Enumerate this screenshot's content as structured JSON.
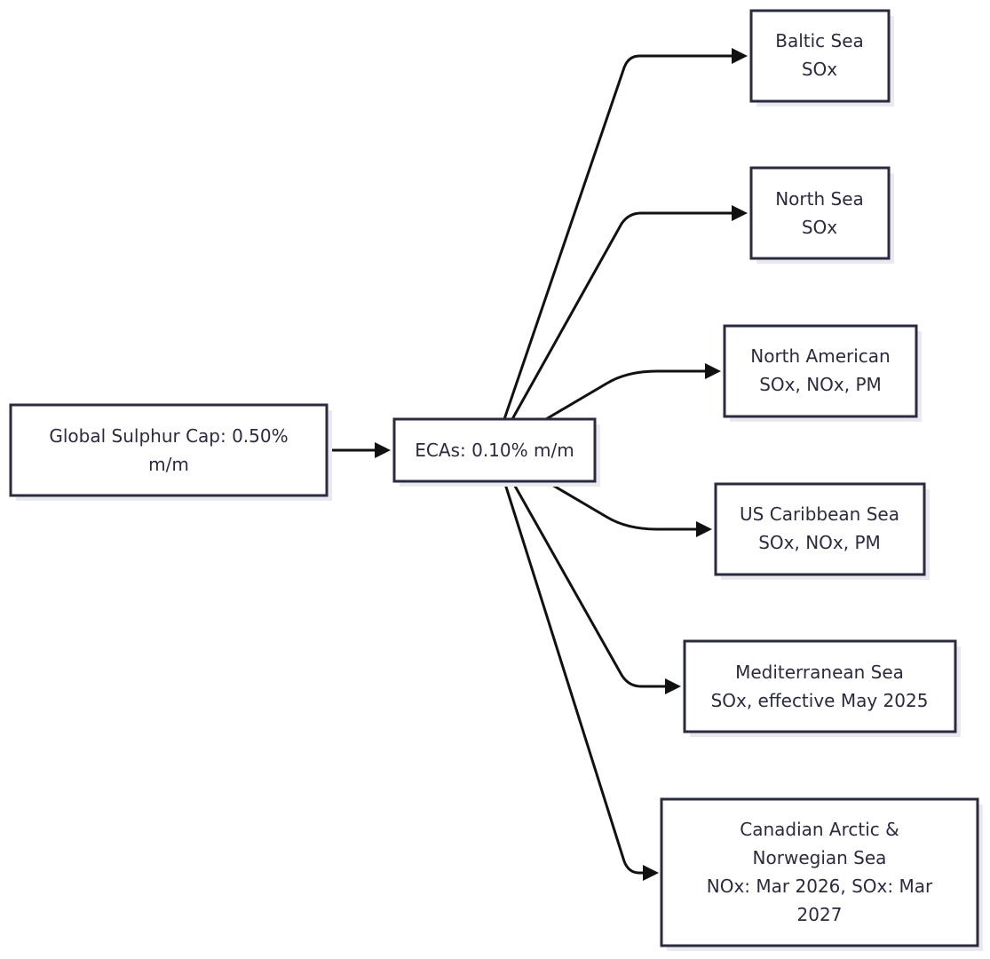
{
  "nodes": {
    "global": {
      "lines": [
        "Global Sulphur Cap: 0.50%",
        "m/m"
      ]
    },
    "ecas": {
      "lines": [
        "ECAs: 0.10% m/m"
      ]
    },
    "baltic": {
      "lines": [
        "Baltic Sea",
        "SOx"
      ]
    },
    "north_sea": {
      "lines": [
        "North Sea",
        "SOx"
      ]
    },
    "north_american": {
      "lines": [
        "North American",
        "SOx, NOx, PM"
      ]
    },
    "us_caribbean": {
      "lines": [
        "US Caribbean Sea",
        "SOx, NOx, PM"
      ]
    },
    "mediterranean": {
      "lines": [
        "Mediterranean Sea",
        "SOx, effective May 2025"
      ]
    },
    "canadian_arctic": {
      "lines": [
        "Canadian Arctic &",
        "Norwegian Sea",
        "NOx: Mar 2026, SOx: Mar",
        "2027"
      ]
    }
  },
  "edges": [
    {
      "from": "global",
      "to": "ecas"
    },
    {
      "from": "ecas",
      "to": "baltic"
    },
    {
      "from": "ecas",
      "to": "north_sea"
    },
    {
      "from": "ecas",
      "to": "north_american"
    },
    {
      "from": "ecas",
      "to": "us_caribbean"
    },
    {
      "from": "ecas",
      "to": "mediterranean"
    },
    {
      "from": "ecas",
      "to": "canadian_arctic"
    }
  ],
  "colors": {
    "node_border": "#2b2b40",
    "node_text": "#2b2b40",
    "node_fill": "#ffffff",
    "node_shadow": "#e9e9ef",
    "edge": "#111111"
  }
}
